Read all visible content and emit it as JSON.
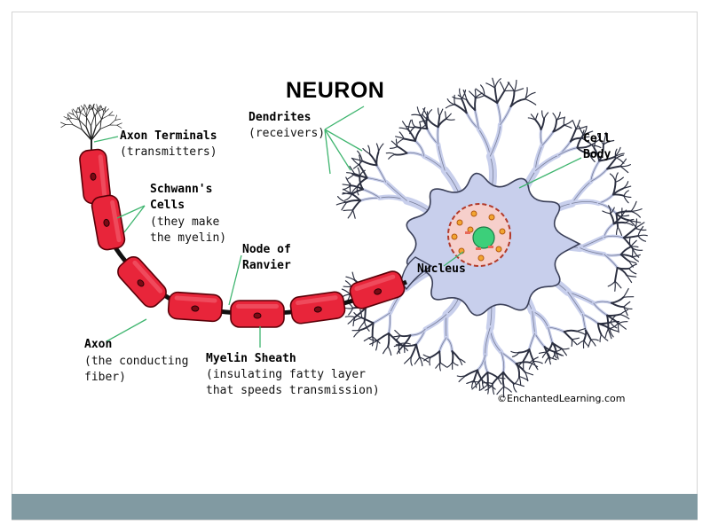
{
  "title": "NEURON",
  "labels": {
    "axon_terminals": {
      "name": "Axon Terminals",
      "desc": "(transmitters)"
    },
    "schwann_cells": {
      "name_line1": "Schwann's",
      "name_line2": "Cells",
      "desc_line1": "(they make",
      "desc_line2": "the myelin)"
    },
    "node_of_ranvier": {
      "line1": "Node of",
      "line2": "Ranvier"
    },
    "axon": {
      "name": "Axon",
      "desc_line1": "(the conducting",
      "desc_line2": "fiber)"
    },
    "myelin_sheath": {
      "name": "Myelin Sheath",
      "desc_line1": "(insulating fatty layer",
      "desc_line2": "that speeds transmission)"
    },
    "dendrites": {
      "name": "Dendrites",
      "desc": "(receivers)"
    },
    "cell_body": {
      "line1": "Cell",
      "line2": "Body"
    },
    "nucleus": {
      "name": "Nucleus"
    }
  },
  "credit": "©EnchantedLearning.com",
  "colors": {
    "myelin": "#e8253a",
    "myelin_outline": "#5a0008",
    "cell_body": "#c8cfec",
    "cell_outline": "#3a3f58",
    "nucleus": "#f6cfcb",
    "nucleolus": "#3ccf7a",
    "leader_line": "#3fb56f",
    "footer_bar": "#819aa2"
  }
}
